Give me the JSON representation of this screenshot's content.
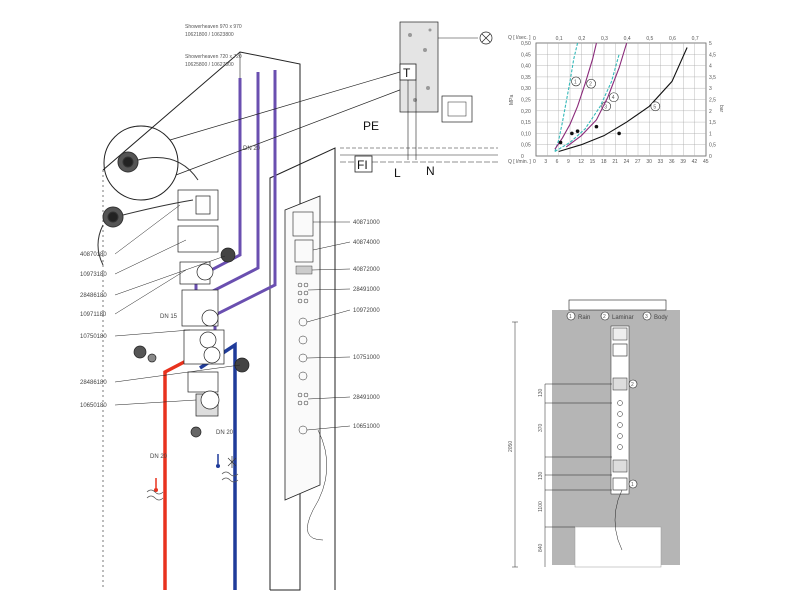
{
  "colors": {
    "hot": "#e8321e",
    "cold": "#1f3b9a",
    "purple": "#6a4fb0",
    "line": "#222222",
    "panel": "#b5b5b5",
    "curve_cyan": "#35b9b9",
    "curve_purple": "#8a2a7a"
  },
  "header_labels": {
    "line1": "Showerheaven 970 x 970",
    "line2": "10621800 / 10623800",
    "line3": "Showerheaven 720 x 720",
    "line4": "10625800 / 10627800"
  },
  "pipe_labels": {
    "dn20_top": "DN 20",
    "dn15": "DN 15",
    "dn20_hot": "DN 20",
    "dn20_cold": "DN 20"
  },
  "left_parts": [
    "40870180",
    "10973180",
    "28486180",
    "10971180",
    "10750180",
    "28486180",
    "10650180"
  ],
  "right_parts": [
    "40871000",
    "40874000",
    "40872000",
    "28491000",
    "10972000",
    "10751000",
    "28491000",
    "10651000"
  ],
  "electrical": {
    "pe": "PE",
    "fi": "FI",
    "l": "L",
    "n": "N",
    "t": "T"
  },
  "chart_data": {
    "type": "line",
    "title": "",
    "ylabel_left": "MPa",
    "ylabel_right": "bar",
    "x_top_unit": "Q [ l/sec. ]",
    "x_bottom_unit": "Q [ l/min. ]",
    "x_top_ticks": [
      "0",
      "0,1",
      "0,2",
      "0,3",
      "0,4",
      "0,5",
      "0,6",
      "0,7"
    ],
    "x_bottom_ticks": [
      "0",
      "3",
      "6",
      "9",
      "12",
      "15",
      "18",
      "21",
      "24",
      "27",
      "30",
      "33",
      "36",
      "39",
      "42",
      "45"
    ],
    "y_left_ticks": [
      "0",
      "0,05",
      "0,10",
      "0,15",
      "0,20",
      "0,25",
      "0,30",
      "0,35",
      "0,40",
      "0,45",
      "0,50"
    ],
    "y_right_ticks": [
      "0",
      "0,5",
      "1",
      "1,5",
      "2",
      "2,5",
      "3",
      "3,5",
      "4",
      "4,5",
      "5"
    ],
    "xlim": [
      0,
      45
    ],
    "ylim": [
      0,
      0.5
    ],
    "series": [
      {
        "name": "1",
        "color": "cyan",
        "x": [
          5,
          6,
          7,
          8,
          9,
          10,
          11
        ],
        "y": [
          0.02,
          0.07,
          0.15,
          0.24,
          0.33,
          0.43,
          0.5
        ]
      },
      {
        "name": "2",
        "color": "purple",
        "x": [
          5,
          7,
          9,
          11,
          13,
          15,
          16
        ],
        "y": [
          0.03,
          0.08,
          0.14,
          0.22,
          0.32,
          0.43,
          0.5
        ]
      },
      {
        "name": "3",
        "color": "cyan",
        "x": [
          5,
          9,
          13,
          17,
          20,
          22
        ],
        "y": [
          0.02,
          0.06,
          0.12,
          0.22,
          0.33,
          0.45
        ]
      },
      {
        "name": "4",
        "color": "purple",
        "x": [
          8,
          12,
          16,
          19,
          22,
          24
        ],
        "y": [
          0.04,
          0.09,
          0.16,
          0.26,
          0.39,
          0.5
        ]
      },
      {
        "name": "5",
        "color": "black",
        "x": [
          6,
          12,
          18,
          24,
          30,
          36,
          40
        ],
        "y": [
          0.02,
          0.05,
          0.09,
          0.15,
          0.22,
          0.33,
          0.48
        ]
      }
    ],
    "markers": [
      {
        "series": "1",
        "x": 9.5,
        "y": 0.1
      },
      {
        "series": "2",
        "x": 6.5,
        "y": 0.06
      },
      {
        "series": "3",
        "x": 16,
        "y": 0.13
      },
      {
        "series": "4",
        "x": 11,
        "y": 0.11
      },
      {
        "series": "5",
        "x": 22,
        "y": 0.1
      }
    ],
    "grid": true
  },
  "panel_legend": {
    "rain_num": "1",
    "rain_label": "Rain",
    "laminar_num": "2",
    "laminar_label": "Laminar",
    "body_num": "3",
    "body_label": "Body"
  },
  "dimensions": {
    "total": "2050",
    "d1": "130",
    "d2": "370",
    "d3": "130",
    "d4": "1100",
    "d5": "840"
  },
  "panel_markers": {
    "m2": "2",
    "m1": "1"
  }
}
